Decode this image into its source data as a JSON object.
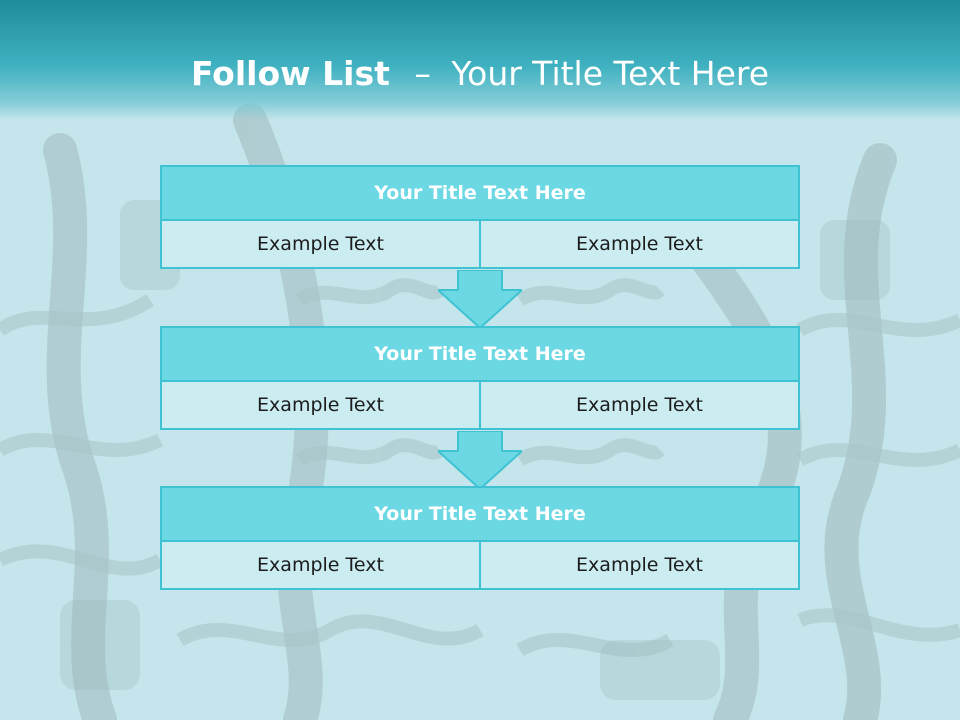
{
  "slide": {
    "title_bold": "Follow List",
    "title_sep": "–",
    "title_rest": "Your Title Text Here"
  },
  "blocks": [
    {
      "title": "Your Title Text Here",
      "left": "Example Text",
      "right": "Example Text"
    },
    {
      "title": "Your Title Text Here",
      "left": "Example Text",
      "right": "Example Text"
    },
    {
      "title": "Your Title Text Here",
      "left": "Example Text",
      "right": "Example Text"
    }
  ],
  "colors": {
    "header_dark": "#1f8c9b",
    "title_fill": "#6cd8e4",
    "border": "#3fc3d3",
    "cell_fill": "#cbedf2",
    "background": "#c6e6ec"
  }
}
